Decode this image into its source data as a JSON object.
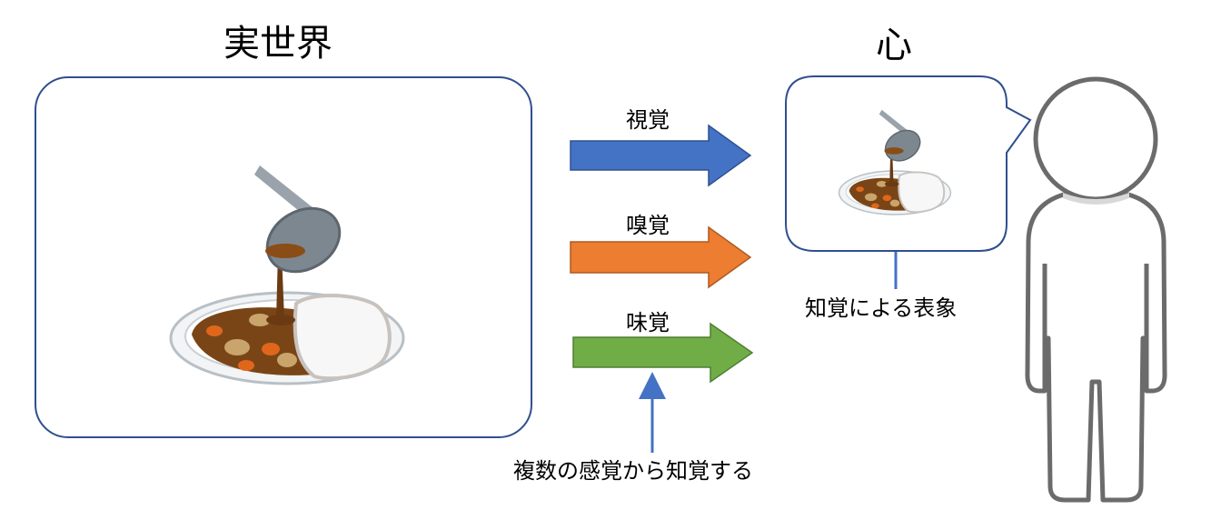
{
  "left_panel": {
    "title": "実世界"
  },
  "right_panel": {
    "title": "心"
  },
  "senses": [
    {
      "label": "視覚",
      "color": "#4472c4"
    },
    {
      "label": "嗅覚",
      "color": "#ed7d31"
    },
    {
      "label": "味覚",
      "color": "#70ad47"
    }
  ],
  "annotations": {
    "multisensory": "複数の感覚から知覚する",
    "representation": "知覚による表象"
  },
  "colors": {
    "frame": "#2f4f8f",
    "pointer_arrow": "#4472c4",
    "person_outline": "#6b6b6b"
  },
  "icons": {
    "curry": "curry-rice-illustration",
    "person": "person-silhouette"
  }
}
